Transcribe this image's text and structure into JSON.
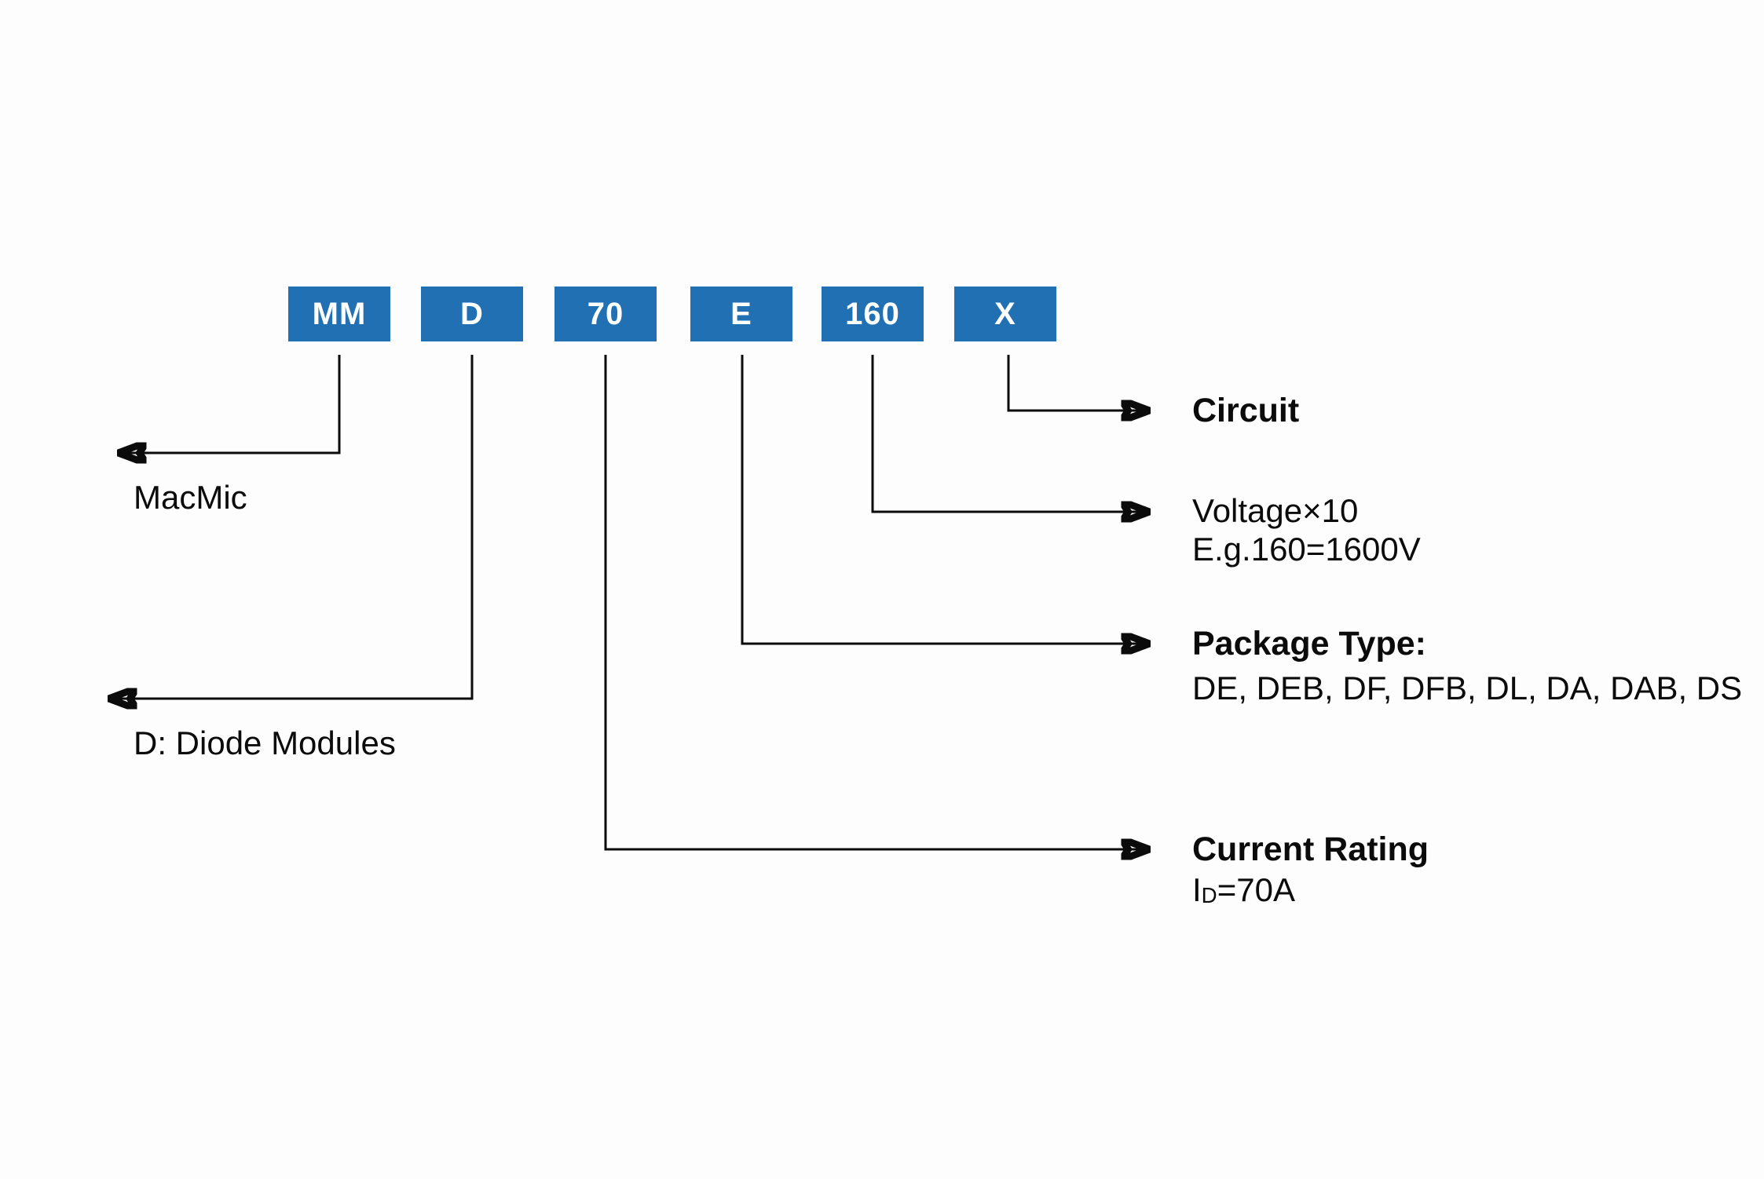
{
  "diagram": {
    "boxes": [
      {
        "code": "MM"
      },
      {
        "code": "D"
      },
      {
        "code": "70"
      },
      {
        "code": "E"
      },
      {
        "code": "160"
      },
      {
        "code": "X"
      }
    ],
    "callouts": {
      "macmic": {
        "label": "MacMic"
      },
      "diode_modules": {
        "label": "D: Diode Modules"
      },
      "current_rating": {
        "title": "Current Rating",
        "symbol_base": "I",
        "symbol_sub": "D",
        "symbol_rest": "=70A"
      },
      "package_type": {
        "title": "Package Type:",
        "options": "DE, DEB, DF, DFB, DL, DA, DAB, DS"
      },
      "voltage": {
        "title": "Voltage×10",
        "example": "E.g.160=1600V"
      },
      "circuit": {
        "title": "Circuit"
      }
    },
    "colors": {
      "box_fill": "#2170b4",
      "box_text": "#ffffff",
      "line": "#0b0b0b",
      "background": "#fdfdfd"
    }
  }
}
